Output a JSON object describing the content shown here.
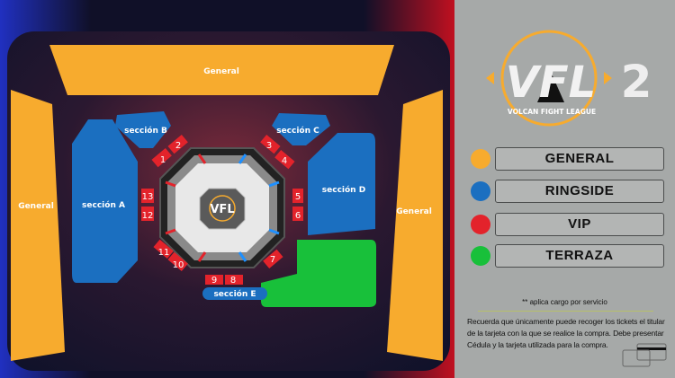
{
  "map": {
    "general_top": "General",
    "general_left": "General",
    "general_right": "General",
    "seccion_a": "sección A",
    "seccion_b": "sección B",
    "seccion_c": "sección C",
    "seccion_d": "sección D",
    "seccion_e": "sección E",
    "vip_seats": [
      "1",
      "2",
      "3",
      "4",
      "5",
      "6",
      "7",
      "8",
      "9",
      "10",
      "11",
      "12",
      "13"
    ],
    "cage_logo": "VFL"
  },
  "logo": {
    "text": "VFL",
    "number": "2",
    "tagline": "VOLCAN FIGHT LEAGUE"
  },
  "legend": [
    {
      "label": "GENERAL",
      "color": "#f7ab2e"
    },
    {
      "label": "RINGSIDE",
      "color": "#1b6fc0"
    },
    {
      "label": "VIP",
      "color": "#e3232b"
    },
    {
      "label": "TERRAZA",
      "color": "#18c03a"
    }
  ],
  "note": "** aplica cargo por servicio",
  "info": "Recuerda que únicamente puede recoger los tickets el titular de la tarjeta con la que se realice la compra. Debe presentar Cédula y la tarjeta utilizada para la compra.",
  "colors": {
    "general": "#f7ab2e",
    "ringside": "#1b6fc0",
    "vip": "#e3232b",
    "terraza": "#18c03a",
    "panel": "#a6a9a8"
  }
}
